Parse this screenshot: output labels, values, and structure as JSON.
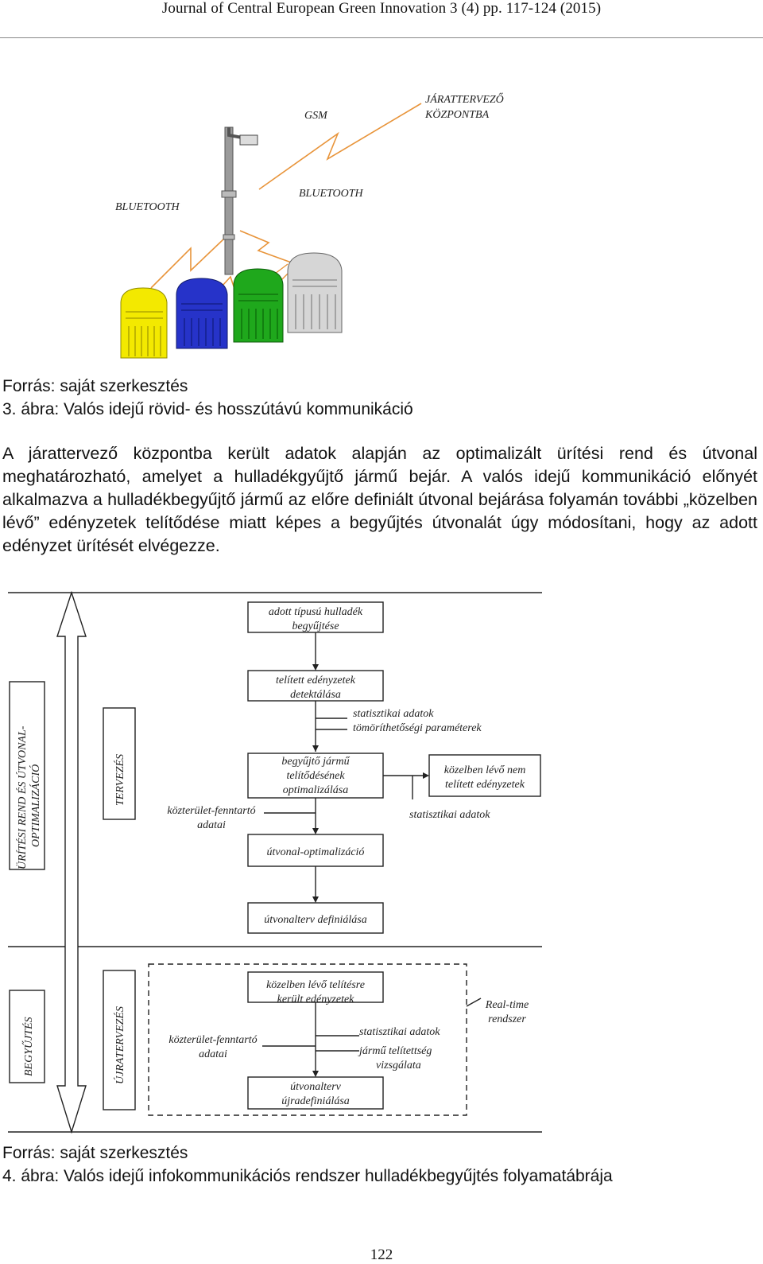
{
  "header": {
    "journal_line": "Journal of Central European Green Innovation 3 (4) pp. 117-124 (2015)"
  },
  "figure3": {
    "labels": {
      "gsm": "GSM",
      "center_line1": "JÁRATTERVEZŐ",
      "center_line2": "KÖZPONTBA",
      "bluetooth_left": "BLUETOOTH",
      "bluetooth_right": "BLUETOOTH"
    },
    "bins": [
      {
        "color": "#f3e900"
      },
      {
        "color": "#2633c9"
      },
      {
        "color": "#1fa81c"
      },
      {
        "color": "#d6d6d6"
      }
    ],
    "source": "Forrás: saját szerkesztés",
    "caption": "3. ábra: Valós idejű rövid- és hosszútávú kommunikáció"
  },
  "body_text": {
    "paragraph": "A járattervező központba került adatok alapján az optimalizált ürítési rend és útvonal meghatározható, amelyet a hulladékgyűjtő jármű bejár. A valós idejű kommunikáció előnyét alkalmazva a hulladékbegyűjtő jármű az előre definiált útvonal bejárása folyamán további „közelben lévő” edényzetek telítődése miatt képes a begyűjtés útvonalát úgy módosítani, hogy az adott edényzet ürítését elvégezze."
  },
  "figure4": {
    "side_labels": {
      "left_top_line1": "ÜRÍTÉSI REND ÉS ÚTVONAL-",
      "left_top_line2": "OPTIMALIZÁCIÓ",
      "planning": "TERVEZÉS",
      "collection": "BEGYŰJTÉS",
      "replanning": "ÚJRATERVEZÉS"
    },
    "boxes": {
      "collection_line1": "adott típusú hulladék",
      "collection_line2": "begyűjtése",
      "detect_line1": "telített edényzetek",
      "detect_line2": "detektálása",
      "optimize_line1": "begyűjtő jármű",
      "optimize_line2": "telítődésének",
      "optimize_line3": "optimalizálása",
      "nearby_line1": "közelben lévő nem",
      "nearby_line2": "telített edényzetek",
      "route_opt": "útvonal-optimalizáció",
      "route_def": "útvonalterv definiálása",
      "sat_nearby_line1": "közelben lévő telítésre",
      "sat_nearby_line2": "került edényzetek",
      "redefine_line1": "útvonalterv",
      "redefine_line2": "újradefiniálása"
    },
    "annotations": {
      "stats1_line1": "statisztikai adatok",
      "stats1_line2": "tömöríthetőségi paraméterek",
      "operator1_line1": "közterület-fenntartó",
      "operator1_line2": "adatai",
      "stats2": "statisztikai adatok",
      "operator2_line1": "közterület-fenntartó",
      "operator2_line2": "adatai",
      "stats3": "statisztikai adatok",
      "vehicle_line1": "jármű telítettség",
      "vehicle_line2": "vizsgálata",
      "realtime_line1": "Real-time",
      "realtime_line2": "rendszer"
    },
    "source": "Forrás: saját szerkesztés",
    "caption": "4. ábra: Valós idejű infokommunikációs rendszer hulladékbegyűjtés folyamatábrája"
  },
  "page_number": "122"
}
